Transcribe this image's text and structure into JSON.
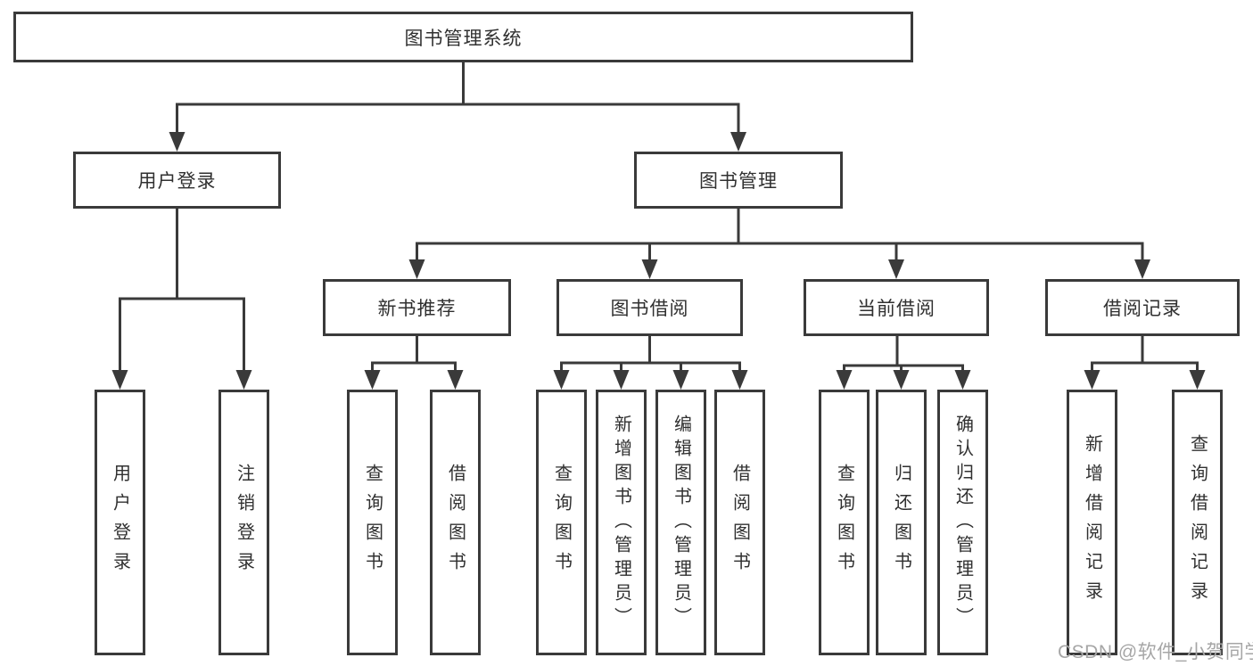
{
  "tree": {
    "label": "图书管理系统",
    "children": [
      {
        "label": "用户登录",
        "children": [
          {
            "label": "用户登录"
          },
          {
            "label": "注销登录"
          }
        ]
      },
      {
        "label": "图书管理",
        "children": [
          {
            "label": "新书推荐",
            "children": [
              {
                "label": "查询图书"
              },
              {
                "label": "借阅图书"
              }
            ]
          },
          {
            "label": "图书借阅",
            "children": [
              {
                "label": "查询图书"
              },
              {
                "label": "新增图书（管理员）"
              },
              {
                "label": "编辑图书（管理员）"
              },
              {
                "label": "借阅图书"
              }
            ]
          },
          {
            "label": "当前借阅",
            "children": [
              {
                "label": "查询图书"
              },
              {
                "label": "归还图书"
              },
              {
                "label": "确认归还（管理员）"
              }
            ]
          },
          {
            "label": "借阅记录",
            "children": [
              {
                "label": "新增借阅记录"
              },
              {
                "label": "查询借阅记录"
              }
            ]
          }
        ]
      }
    ]
  },
  "watermark": {
    "text": "CSDN @软件_小贺同学"
  },
  "colors": {
    "line": "#3a3a3a",
    "text": "#303030",
    "watermark": "#a6a6a6",
    "background": "#ffffff"
  }
}
